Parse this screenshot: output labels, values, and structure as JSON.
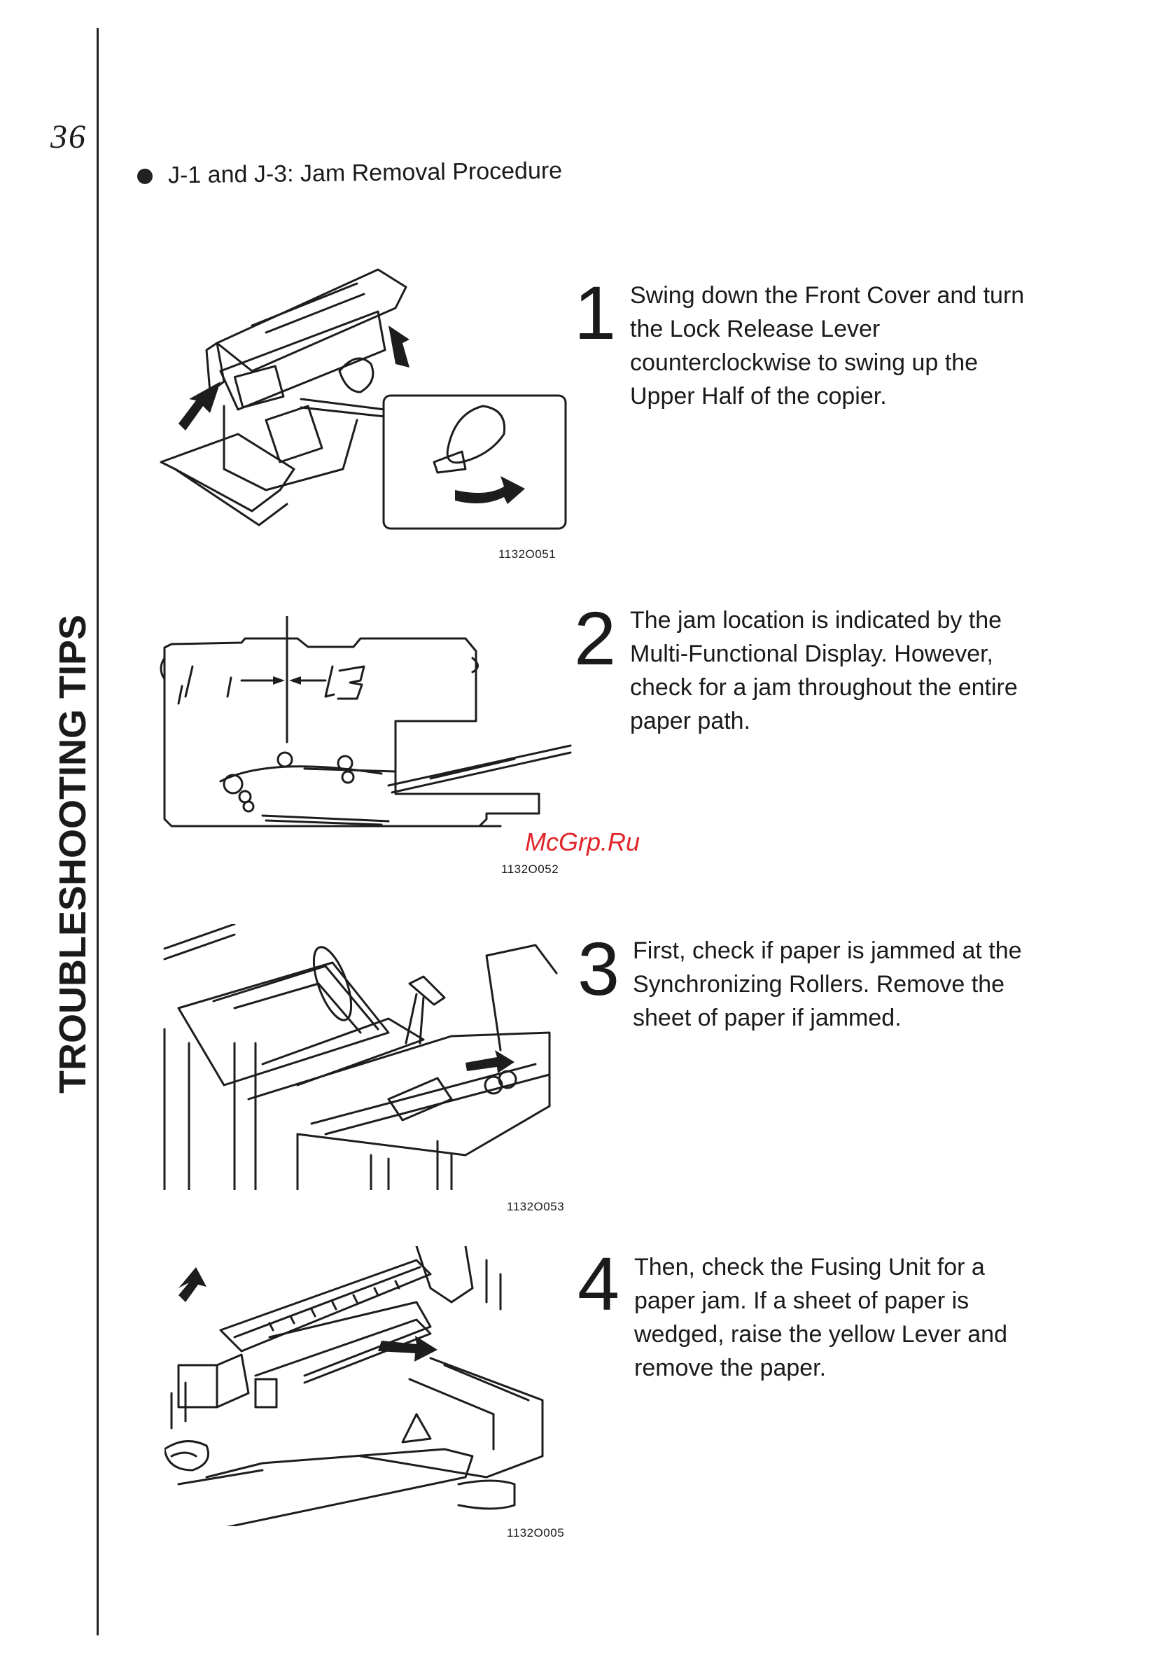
{
  "page": {
    "number": "36",
    "section_title": "TROUBLESHOOTING TIPS",
    "heading": "J-1 and J-3: Jam Removal Procedure",
    "watermark": "McGrp.Ru"
  },
  "steps": [
    {
      "number": "1",
      "text": "Swing down the Front Cover and turn the Lock Release Lever counterclockwise to swing up the Upper Half of the copier.",
      "figure_code": "1132O051"
    },
    {
      "number": "2",
      "text": "The jam location is indicated by the Multi-Functional Display. However, check for a jam throughout the entire paper path.",
      "figure_code": "1132O052",
      "display_labels": [
        "J 1",
        "J3"
      ]
    },
    {
      "number": "3",
      "text": "First, check if paper is jammed at the Synchronizing Rollers. Remove the sheet of paper if jammed.",
      "figure_code": "1132O053"
    },
    {
      "number": "4",
      "text": "Then, check the Fusing Unit for a paper jam. If a sheet of paper is wedged, raise the yellow Lever and remove the paper.",
      "figure_code": "1132O005"
    }
  ]
}
